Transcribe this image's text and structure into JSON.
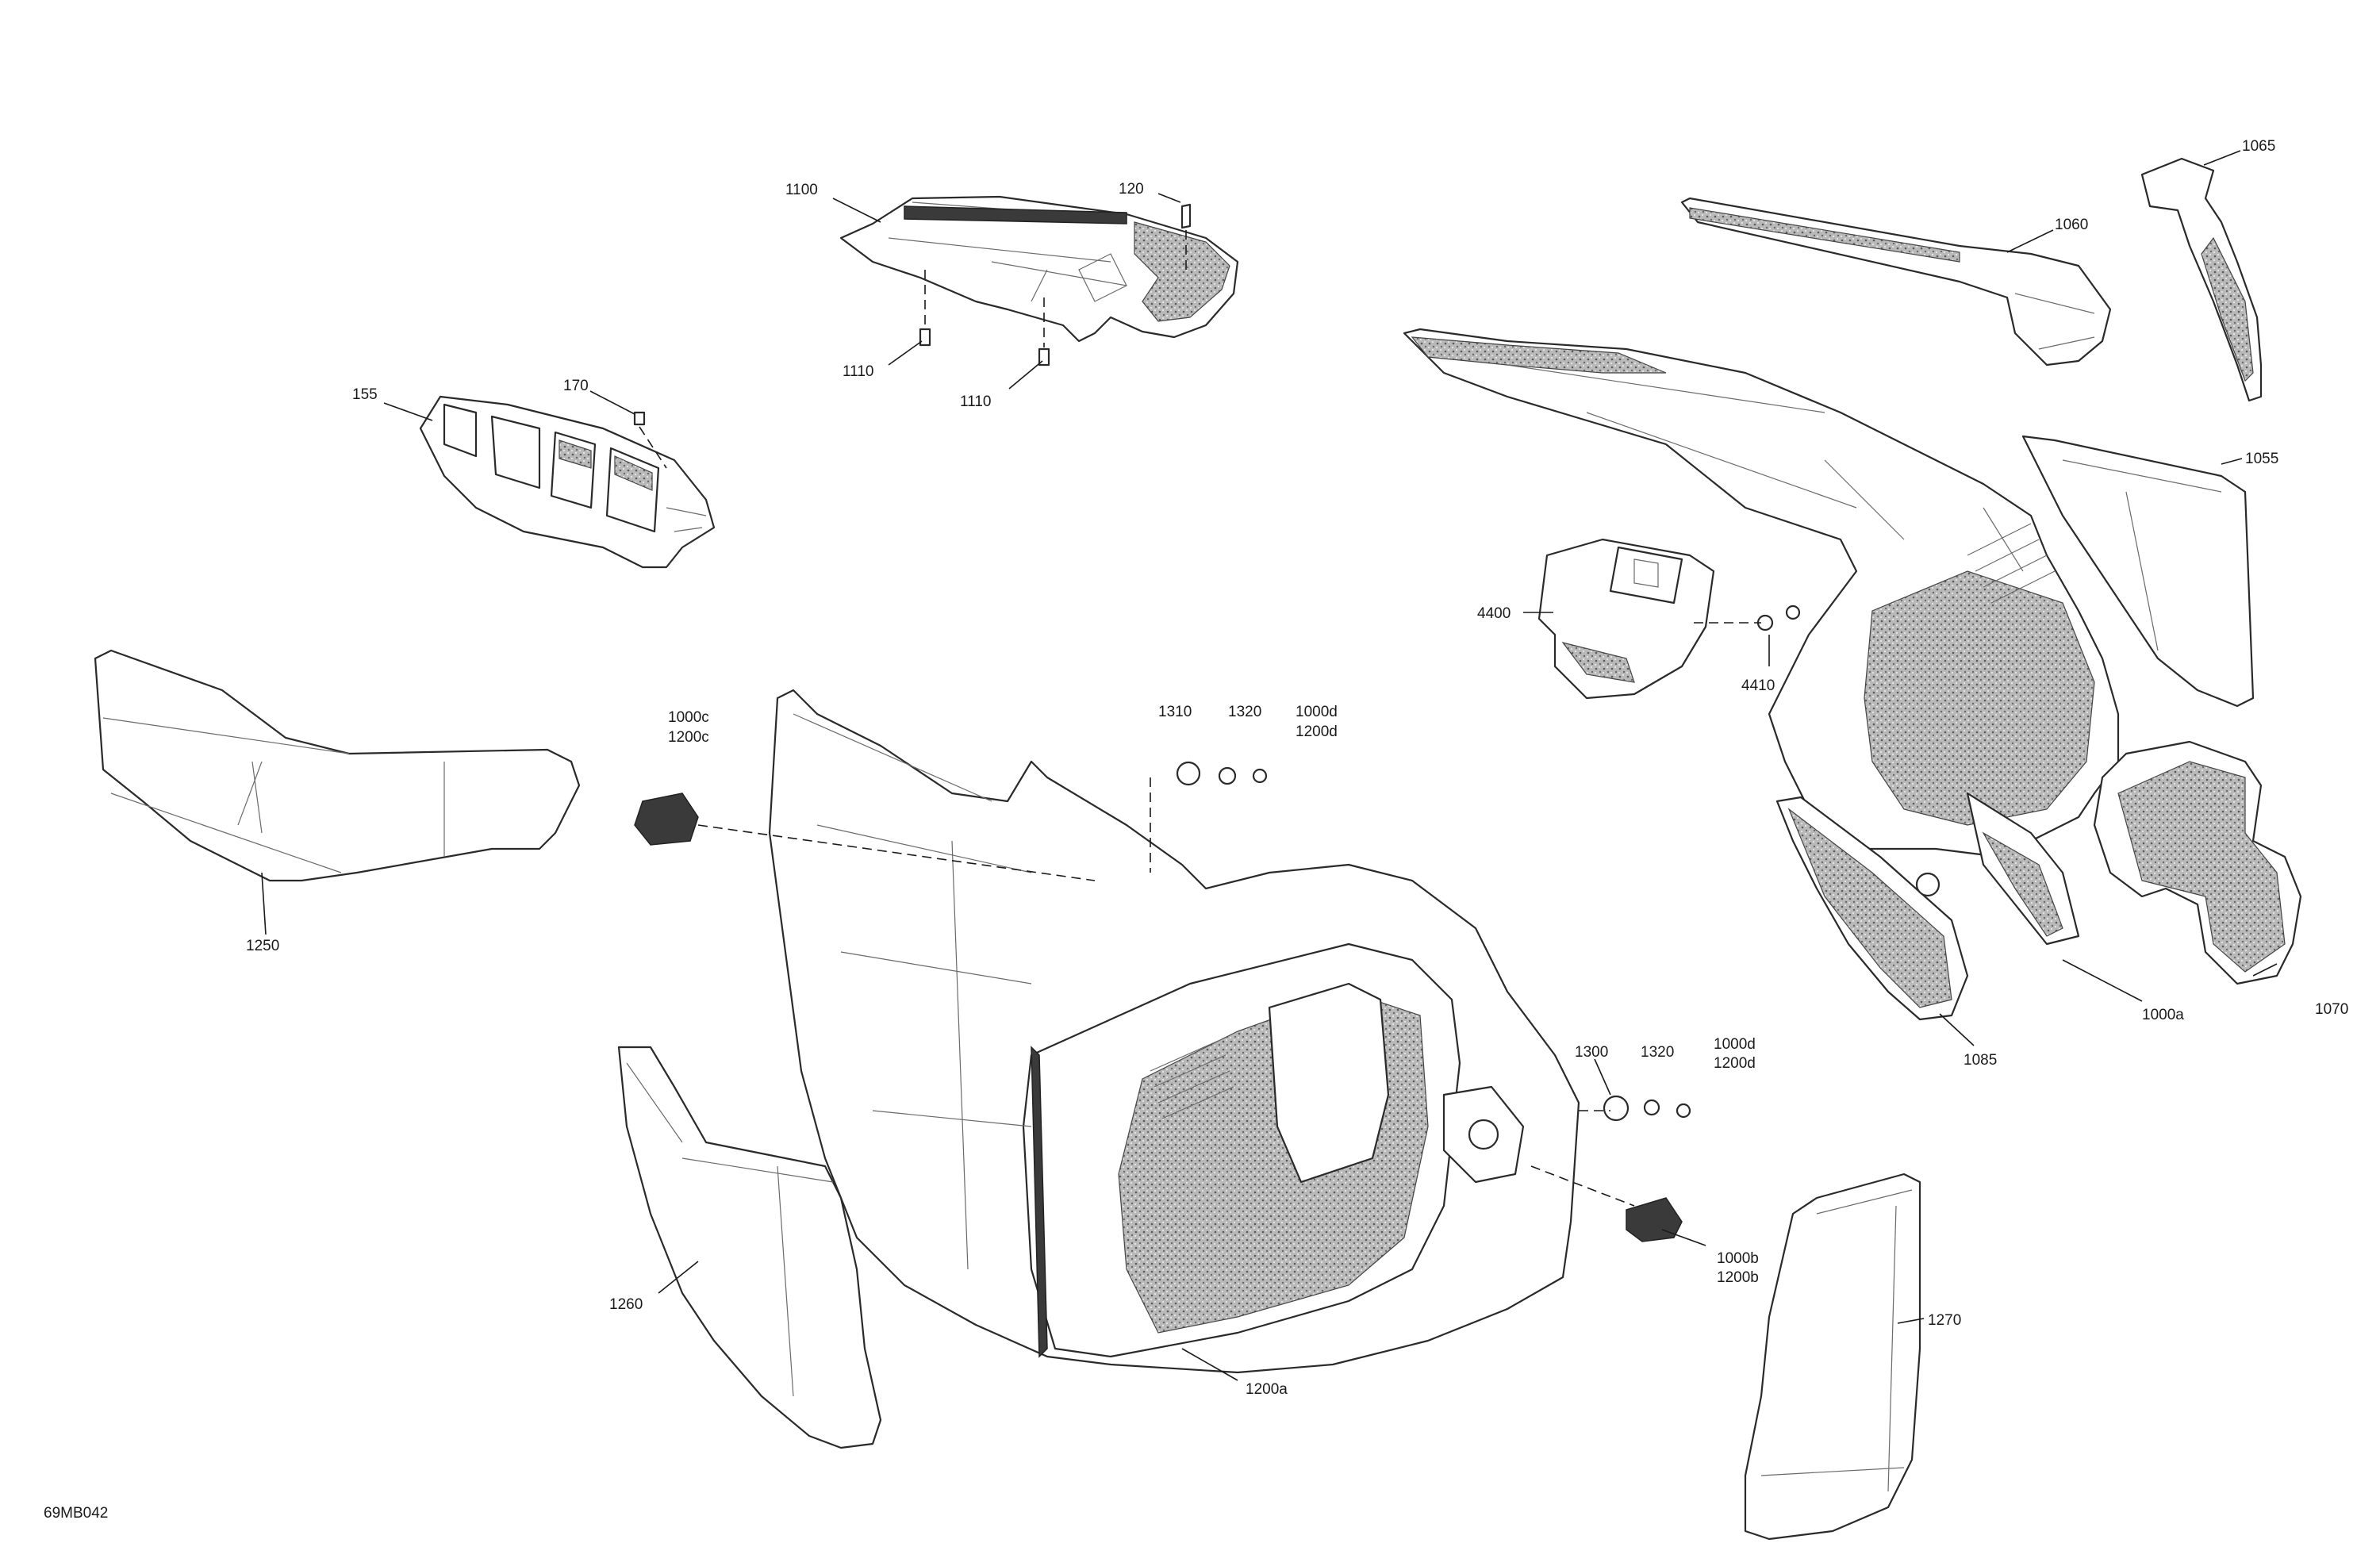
{
  "figure_id": "69MB042",
  "callouts": {
    "c_1100": "1100",
    "c_120": "120",
    "c_1110_a": "1110",
    "c_1110_b": "1110",
    "c_155": "155",
    "c_170": "170",
    "c_1060": "1060",
    "c_1065": "1065",
    "c_1055": "1055",
    "c_4400": "4400",
    "c_4410": "4410",
    "c_1250": "1250",
    "c_1000c": "1000c",
    "c_1200c": "1200c",
    "c_1310": "1310",
    "c_1320_a": "1320",
    "c_1000d_a": "1000d",
    "c_1200d_a": "1200d",
    "c_1000a": "1000a",
    "c_1070": "1070",
    "c_1085": "1085",
    "c_1300": "1300",
    "c_1320_b": "1320",
    "c_1000d_b": "1000d",
    "c_1200d_b": "1200d",
    "c_1000b": "1000b",
    "c_1200b": "1200b",
    "c_1260": "1260",
    "c_1200a": "1200a",
    "c_1270": "1270"
  }
}
